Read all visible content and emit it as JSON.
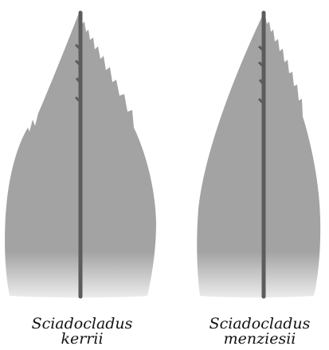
{
  "specimens": [
    {
      "genus": "Sciadocladus",
      "species": "kerrii"
    },
    {
      "genus": "Sciadocladus",
      "species": "menziesii"
    }
  ],
  "colors": {
    "leaf_blade": "#a3a3a3",
    "leaf_base_fade": "#e6e6e6",
    "midrib": "#5c5c5c",
    "background": "#ffffff"
  }
}
